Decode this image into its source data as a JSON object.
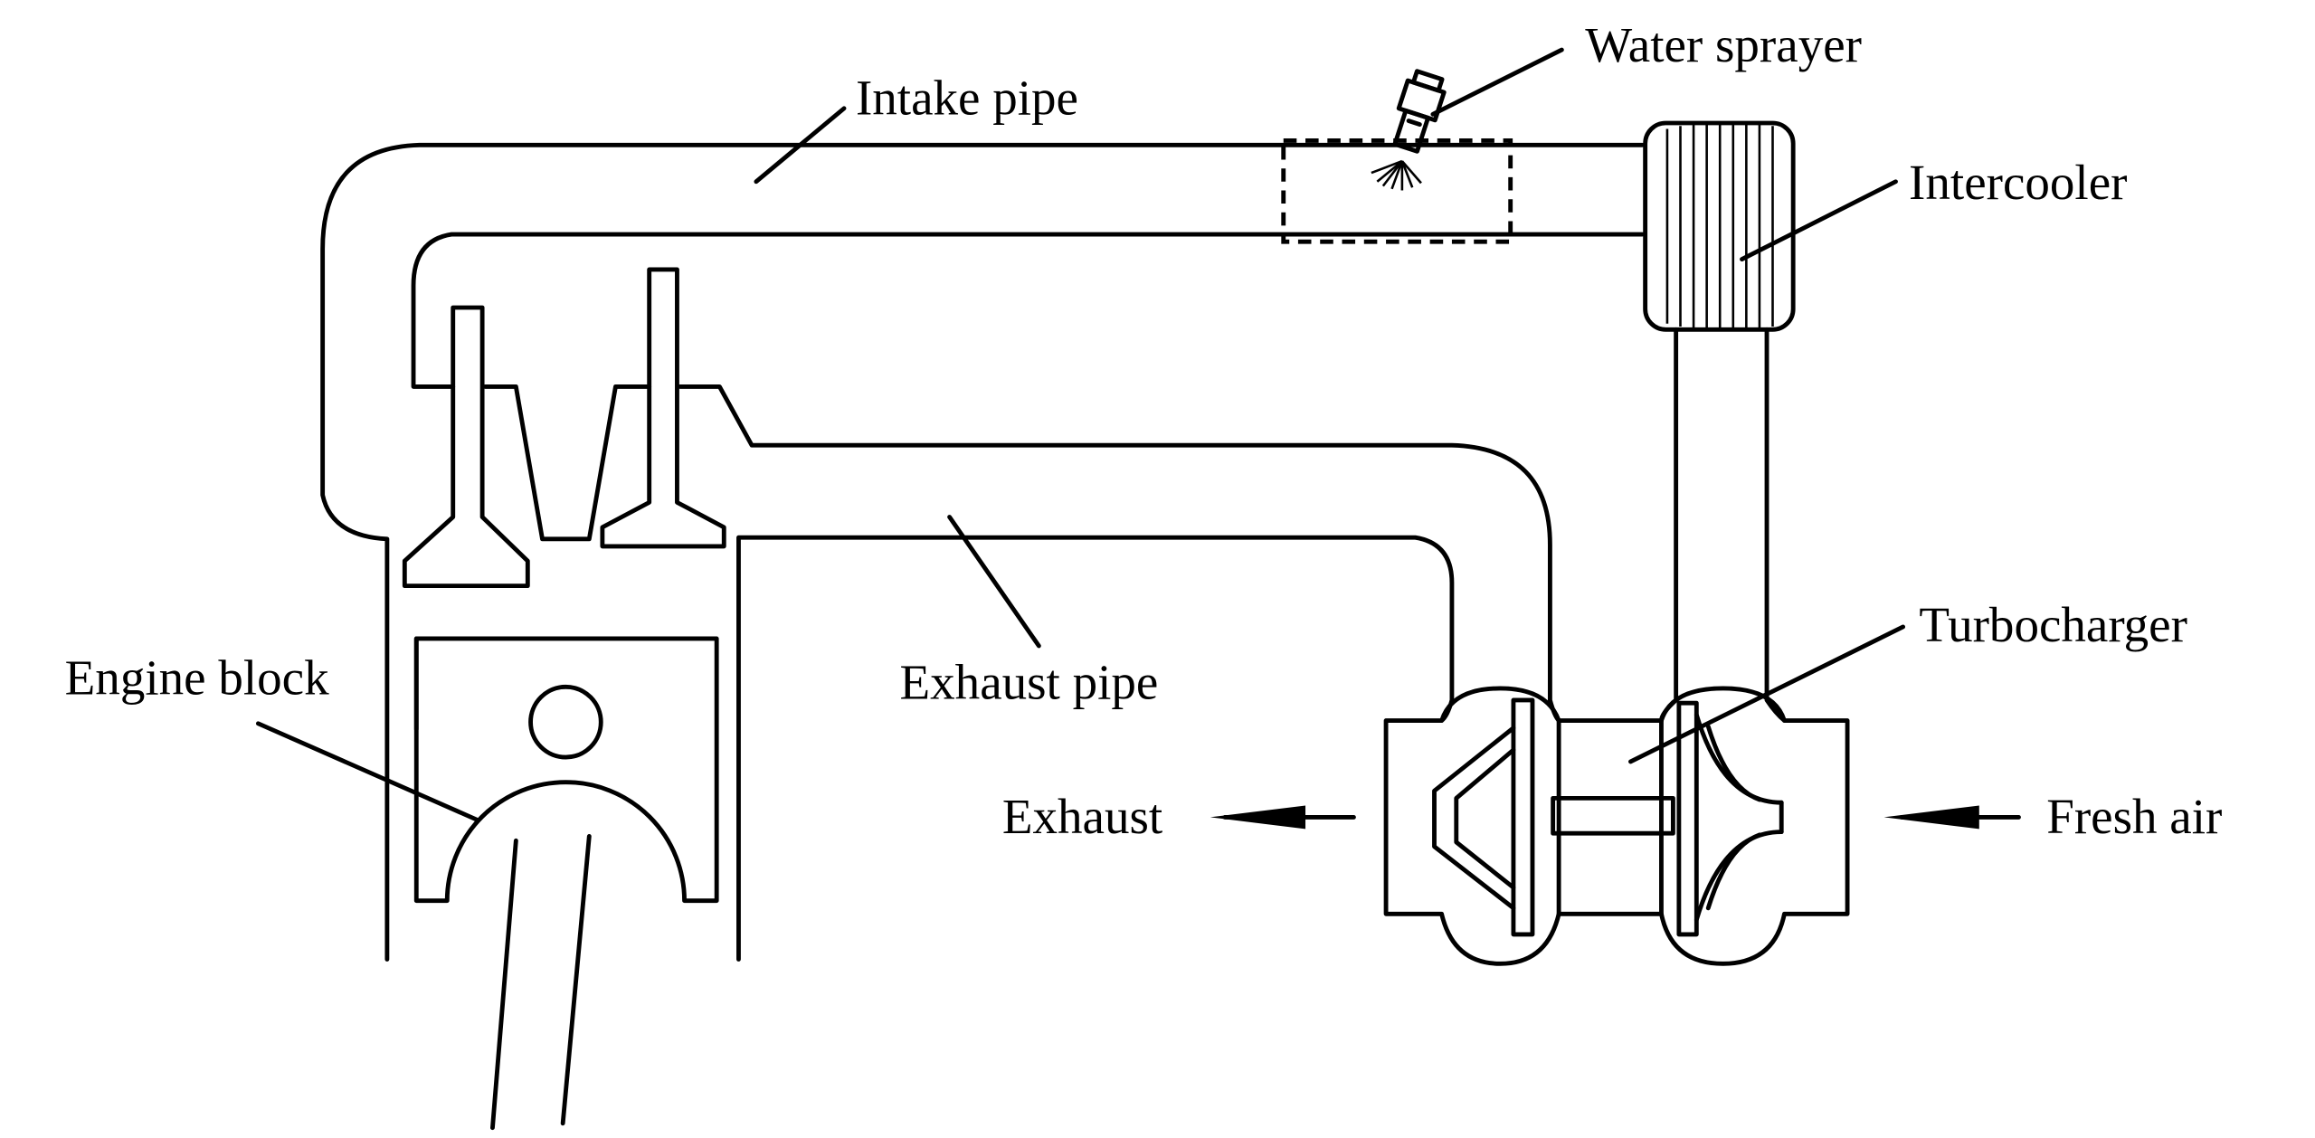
{
  "labels": {
    "water_sprayer": "Water sprayer",
    "intake_pipe": "Intake pipe",
    "intercooler": "Intercooler",
    "turbocharger": "Turbocharger",
    "engine_block": "Engine block",
    "exhaust_pipe": "Exhaust pipe",
    "exhaust": "Exhaust",
    "fresh_air": "Fresh air"
  }
}
